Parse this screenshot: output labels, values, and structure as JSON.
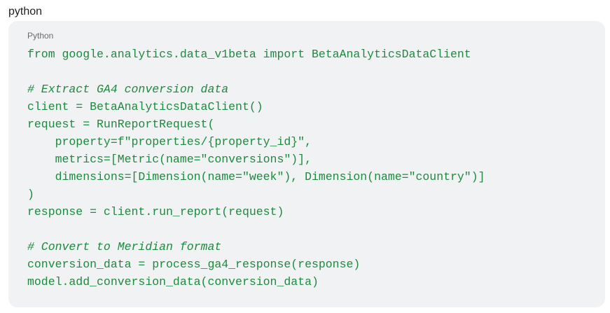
{
  "heading": "python",
  "code_block": {
    "language_label": "Python",
    "lines": [
      {
        "text": "from google.analytics.data_v1beta import BetaAnalyticsDataClient",
        "comment": false
      },
      {
        "text": "",
        "comment": false
      },
      {
        "text": "# Extract GA4 conversion data",
        "comment": true
      },
      {
        "text": "client = BetaAnalyticsDataClient()",
        "comment": false
      },
      {
        "text": "request = RunReportRequest(",
        "comment": false
      },
      {
        "text": "    property=f\"properties/{property_id}\",",
        "comment": false
      },
      {
        "text": "    metrics=[Metric(name=\"conversions\")],",
        "comment": false
      },
      {
        "text": "    dimensions=[Dimension(name=\"week\"), Dimension(name=\"country\")]",
        "comment": false
      },
      {
        "text": ")",
        "comment": false
      },
      {
        "text": "response = client.run_report(request)",
        "comment": false
      },
      {
        "text": "",
        "comment": false
      },
      {
        "text": "# Convert to Meridian format",
        "comment": true
      },
      {
        "text": "conversion_data = process_ga4_response(response)",
        "comment": false
      },
      {
        "text": "model.add_conversion_data(conversion_data)",
        "comment": false
      }
    ]
  },
  "colors": {
    "code": "#1e8a3e",
    "background": "#f0f2f4"
  }
}
